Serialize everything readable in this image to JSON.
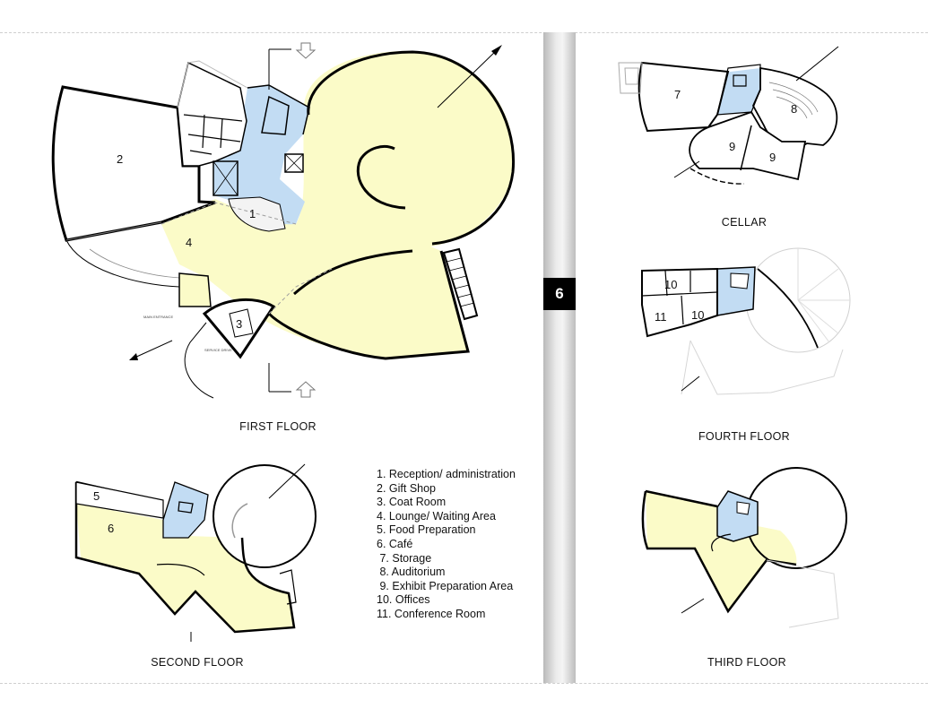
{
  "page_number": "6",
  "plans": {
    "first_floor": {
      "caption": "FIRST FLOOR",
      "rooms": [
        "1",
        "2",
        "3",
        "4"
      ],
      "small_labels": [
        "MAIN ENTRANCE",
        "SERVICE DRIVE"
      ]
    },
    "second_floor": {
      "caption": "SECOND  FLOOR",
      "rooms": [
        "5",
        "6"
      ]
    },
    "cellar": {
      "caption": "CELLAR",
      "rooms": [
        "7",
        "8",
        "9",
        "9"
      ]
    },
    "fourth_floor": {
      "caption": "FOURTH  FLOOR",
      "rooms": [
        "10",
        "10",
        "11"
      ]
    },
    "third_floor": {
      "caption": "THIRD  FLOOR"
    }
  },
  "legend": [
    "1. Reception/ administration",
    "2. Gift Shop",
    "3. Coat Room",
    "4. Lounge/ Waiting Area",
    "5. Food Preparation",
    "6. Café",
    " 7. Storage",
    " 8. Auditorium",
    " 9. Exhibit Preparation Area",
    "10. Offices",
    "11. Conference Room"
  ],
  "colors": {
    "public_area": "#fbfbc8",
    "circulation_core": "#c2dcf3",
    "wall": "#000000"
  }
}
